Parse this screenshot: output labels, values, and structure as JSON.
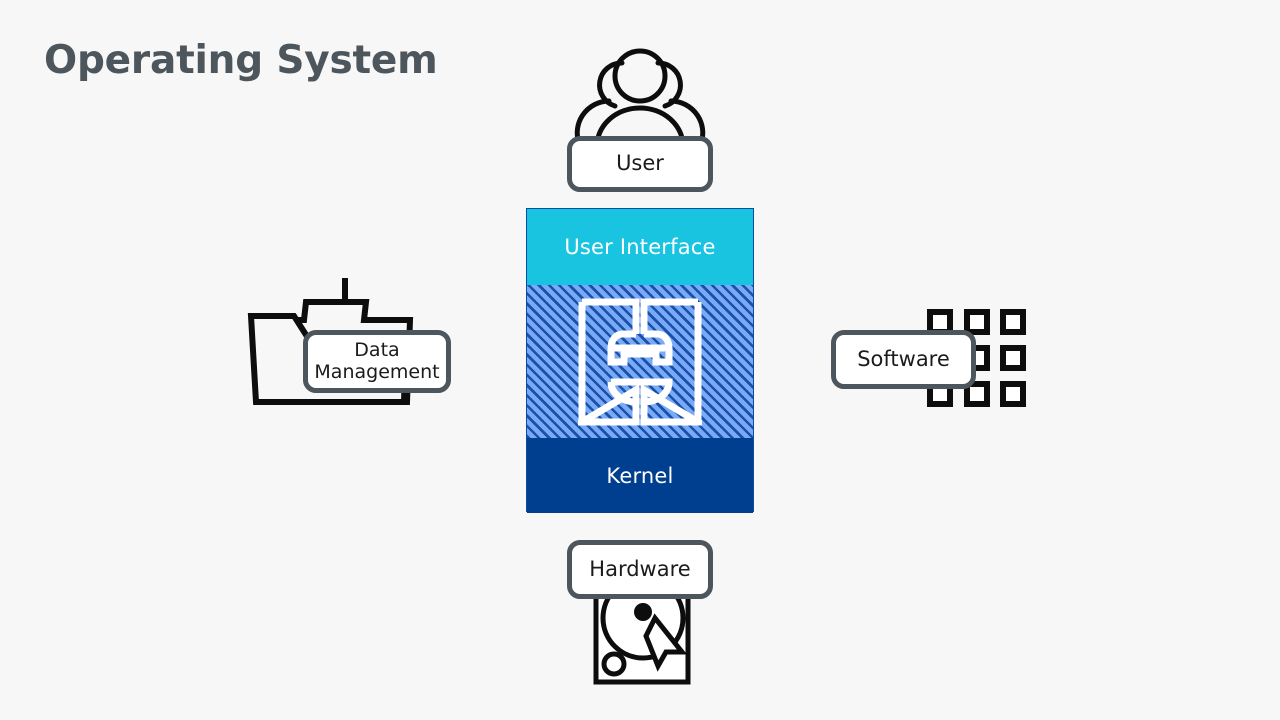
{
  "page": {
    "title": "Operating System",
    "background_color": "#f7f7f7",
    "title_color": "#4d565c"
  },
  "os_stack": {
    "layers": [
      {
        "name": "user-interface",
        "label": "User Interface",
        "color": "#18c4e0",
        "text_color": "#ffffff"
      },
      {
        "name": "middle-hatched",
        "label": "",
        "color": "#79aaf7",
        "hatch_color": "#1b50a8",
        "icon": "plug-socket-icon"
      },
      {
        "name": "kernel",
        "label": "Kernel",
        "color": "#003f8f",
        "text_color": "#ffffff"
      }
    ]
  },
  "nodes": [
    {
      "id": "user",
      "label": "User",
      "icon": "users-group-icon",
      "position": "top"
    },
    {
      "id": "hardware",
      "label": "Hardware",
      "icon": "hard-disk-drive-icon",
      "position": "bottom"
    },
    {
      "id": "software",
      "label": "Software",
      "icon": "app-grid-icon",
      "position": "right"
    },
    {
      "id": "data-management",
      "label_line1": "Data",
      "label_line2": "Management",
      "icon": "folder-download-icon",
      "position": "left"
    }
  ],
  "colors": {
    "chip_border": "#4d565c",
    "chip_fill": "#ffffff",
    "icon_stroke": "#0d0d0d",
    "accent_cyan": "#18c4e0",
    "accent_blue_dark": "#003f8f",
    "accent_blue_light": "#79aaf7"
  }
}
